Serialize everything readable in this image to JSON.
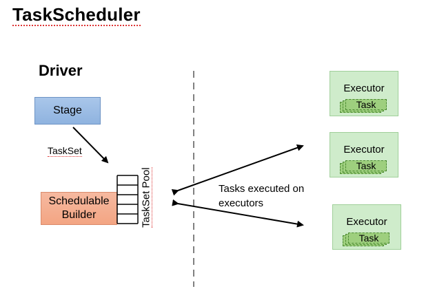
{
  "title": "TaskScheduler",
  "driver": {
    "label": "Driver"
  },
  "stage": {
    "label": "Stage"
  },
  "taskset": {
    "label": "TaskSet"
  },
  "schedulable_builder": {
    "line1": "Schedulable",
    "line2": "Builder"
  },
  "taskset_pool": {
    "label": "TaskSet Pool"
  },
  "tasks_executed": {
    "line1": "Tasks executed on",
    "line2": "executors"
  },
  "executors": [
    {
      "label": "Executor",
      "task_label": "Task"
    },
    {
      "label": "Executor",
      "task_label": "Task"
    },
    {
      "label": "Executor",
      "task_label": "Task"
    }
  ],
  "colors": {
    "stage_fill": "#9bbbe4",
    "builder_fill": "#f4ab8a",
    "executor_fill": "#cfeccb",
    "task_fill": "#9ecf7e",
    "divider": "#808080"
  }
}
